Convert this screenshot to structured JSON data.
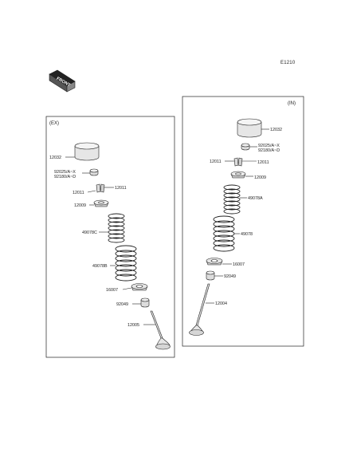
{
  "page_code": "E1210",
  "front_badge": "FRONT",
  "panels": {
    "ex": {
      "title": "(EX)",
      "labels": {
        "p12032": "12032",
        "p92025": "92025/A~X",
        "p92180": "92180/A~D",
        "p12011": "12011",
        "p12011b": "12011",
        "p12009": "12009",
        "p49078c": "49078C",
        "p49078b": "49078B",
        "p16007": "16007",
        "p92049": "92049",
        "p12005": "12005"
      }
    },
    "in": {
      "title": "(IN)",
      "labels": {
        "p12032": "12032",
        "p92025": "92025/A~X",
        "p92180": "92180/A~D",
        "p12011": "12011",
        "p12011b": "12011",
        "p12009": "12009",
        "p49078a": "49078A",
        "p49078": "49078",
        "p16007": "16007",
        "p92049": "92049",
        "p12004": "12004"
      }
    }
  },
  "colors": {
    "line": "#222222",
    "part_fill": "#e6e6e6",
    "part_shade": "#bdbdbd"
  }
}
